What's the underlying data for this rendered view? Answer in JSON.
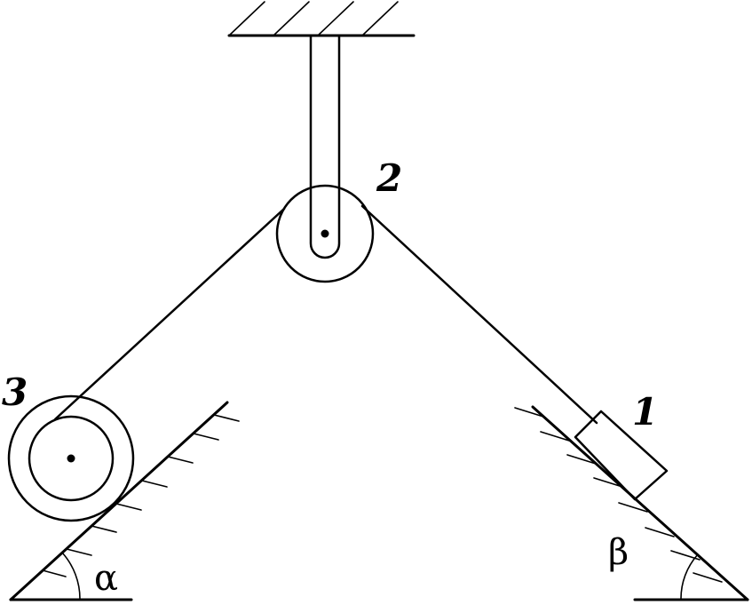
{
  "labels": {
    "body1": "1",
    "body2": "2",
    "body3": "3",
    "alpha": "α",
    "beta": "β"
  },
  "colors": {
    "ink": "#000000",
    "background": "#ffffff"
  }
}
